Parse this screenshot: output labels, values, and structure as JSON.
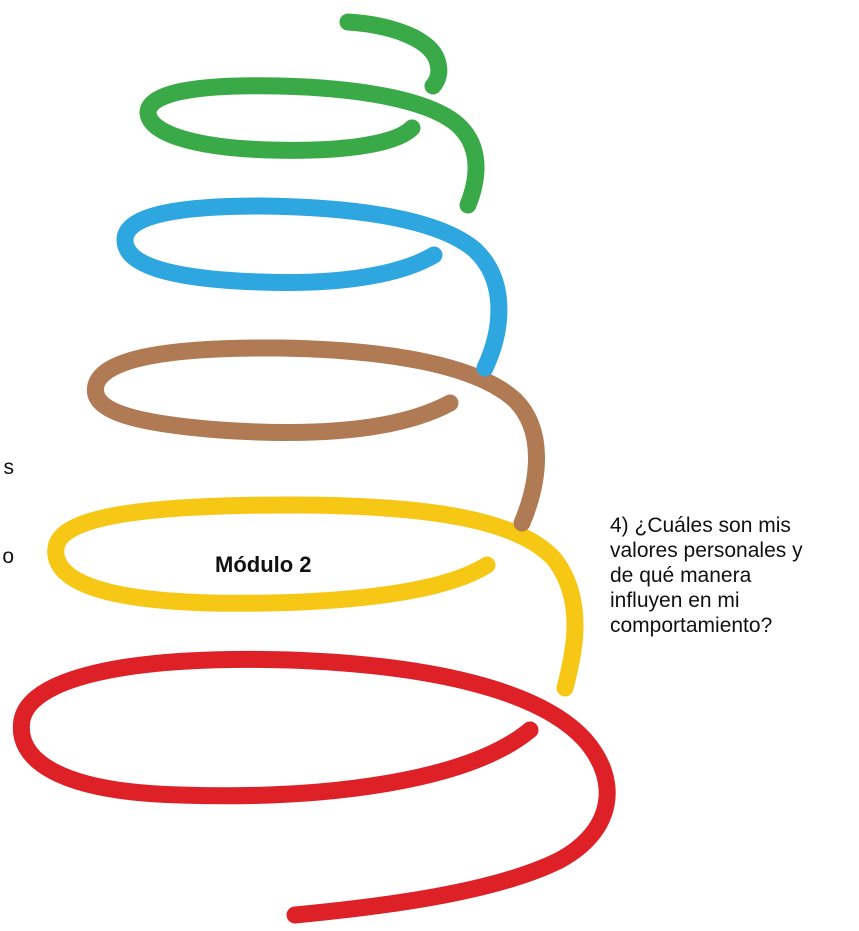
{
  "diagram": {
    "module_label": "Módulo 2",
    "question_lines": [
      "4) ¿Cuáles son mis",
      "valores personales y",
      "de qué manera",
      "influyen en mi",
      "comportamiento?"
    ],
    "left_fragments": [
      "s",
      "o"
    ],
    "colors": {
      "green": "#3aaa48",
      "blue": "#2ea6df",
      "brown": "#b07a55",
      "yellow": "#f7c716",
      "red": "#dd2127"
    }
  }
}
